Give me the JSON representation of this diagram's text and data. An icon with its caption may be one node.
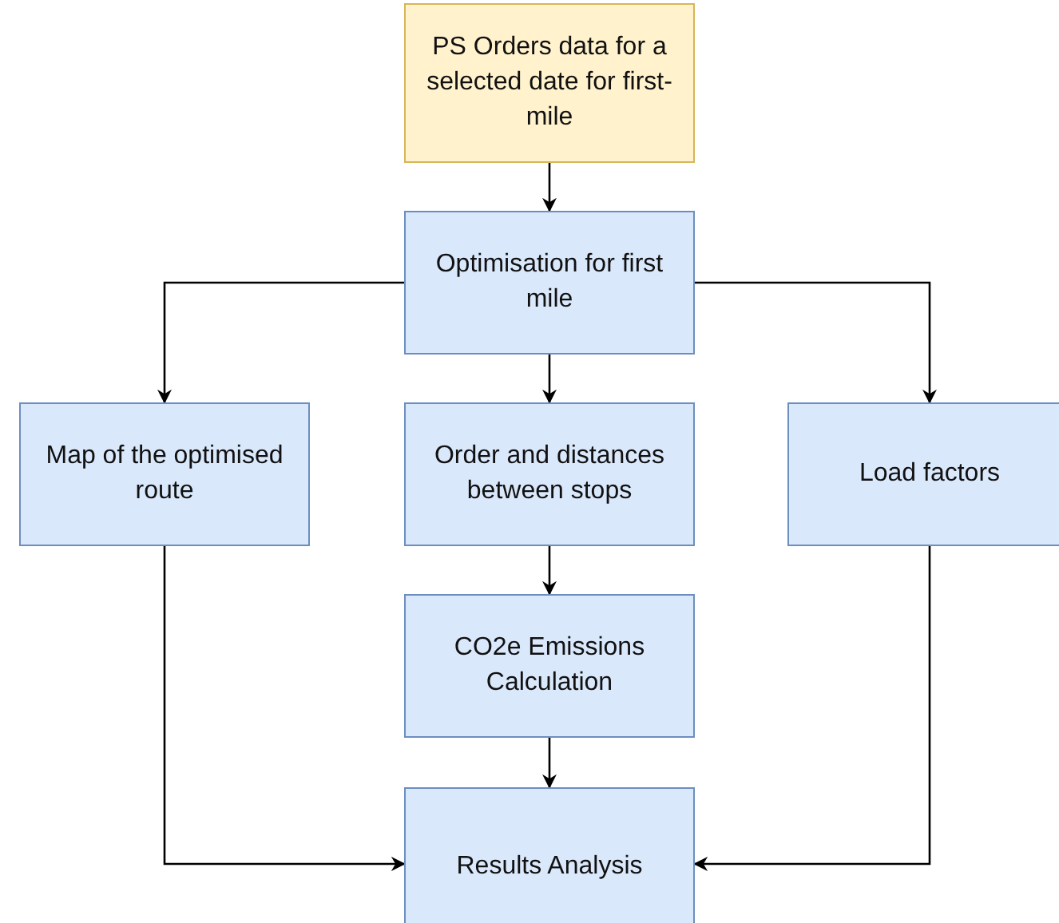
{
  "diagram": {
    "nodes": [
      {
        "text": [
          "PS Orders data for a selected date for first-mile"
        ]
      },
      {
        "text": [
          "Optimisation for first mile"
        ]
      },
      {
        "text": [
          "Map of the optimised route"
        ]
      },
      {
        "text": [
          "Order and distances between stops"
        ]
      },
      {
        "text": [
          "Load factors"
        ]
      },
      {
        "text": [
          "CO2e Emissions Calculation"
        ]
      },
      {
        "text": [
          "Results Analysis"
        ]
      }
    ],
    "edges": [
      {
        "from": 0,
        "to": 1,
        "arrow": "to"
      },
      {
        "from": 1,
        "to": 2,
        "arrow": "to"
      },
      {
        "from": 1,
        "to": 3,
        "arrow": "to"
      },
      {
        "from": 1,
        "to": 4,
        "arrow": "to"
      },
      {
        "from": 3,
        "to": 5,
        "arrow": "to"
      },
      {
        "from": 5,
        "to": 6,
        "arrow": "to"
      },
      {
        "from": 2,
        "to": 6,
        "arrow": "to"
      },
      {
        "from": 4,
        "to": 6,
        "arrow": "to"
      }
    ]
  }
}
